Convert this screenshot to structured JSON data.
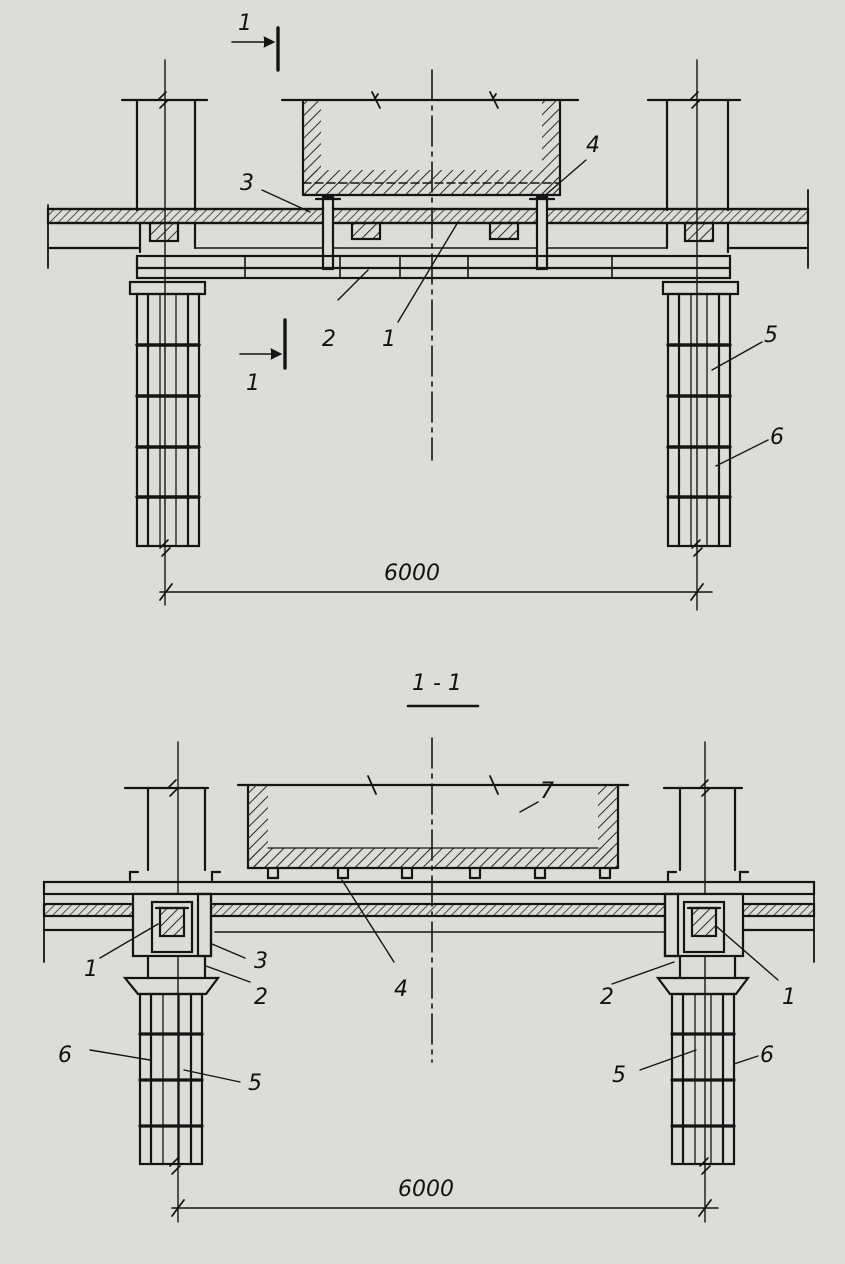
{
  "colors": {
    "paper": "#dcdcd8",
    "ink": "#141414",
    "hatch": "#2a2a2a"
  },
  "elevation": {
    "callouts": [
      "1",
      "2",
      "3",
      "4",
      "5",
      "6"
    ],
    "section_mark": "1",
    "dimension": "6000"
  },
  "section": {
    "title": "1 - 1",
    "callouts": [
      "1",
      "2",
      "3",
      "4",
      "5",
      "6",
      "7",
      "1",
      "2",
      "5",
      "6"
    ],
    "dimension": "6000"
  }
}
